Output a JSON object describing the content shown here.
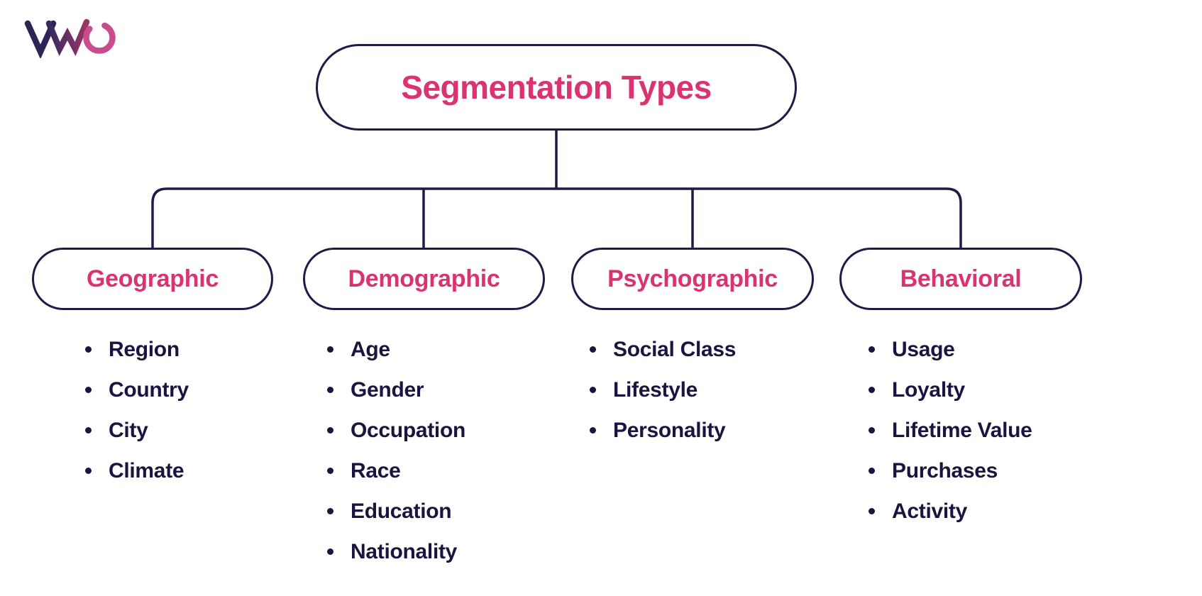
{
  "logo": {
    "name": "VWO"
  },
  "diagram": {
    "title": "Segmentation Types",
    "branches": [
      {
        "label": "Geographic",
        "items": [
          "Region",
          "Country",
          "City",
          "Climate"
        ]
      },
      {
        "label": "Demographic",
        "items": [
          "Age",
          "Gender",
          "Occupation",
          "Race",
          "Education",
          "Nationality"
        ]
      },
      {
        "label": "Psychographic",
        "items": [
          "Social Class",
          "Lifestyle",
          "Personality"
        ]
      },
      {
        "label": "Behavioral",
        "items": [
          "Usage",
          "Loyalty",
          "Lifetime Value",
          "Purchases",
          "Activity"
        ]
      }
    ]
  },
  "colors": {
    "accent_pink": "#da336f",
    "line_navy": "#1f1a47",
    "text_navy": "#1a1440",
    "logo_v": "#2e2455",
    "logo_w_start": "#352a5e",
    "logo_w_end": "#9c3468",
    "logo_o": "#c74d8d",
    "background": "#ffffff"
  }
}
